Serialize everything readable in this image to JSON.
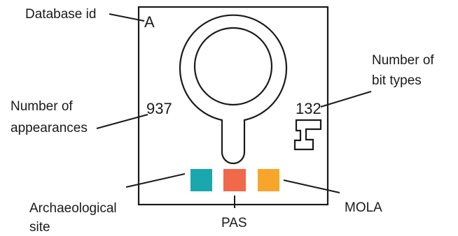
{
  "card": {
    "database_id": "A",
    "appearances_value": "937",
    "bit_types_value": "132",
    "icon": "magnifying-glass-icon",
    "bit_icon": "bit-shape-icon",
    "sources": [
      {
        "name": "Archaeological site",
        "color": "#1aa7ad"
      },
      {
        "name": "PAS",
        "color": "#f0694a"
      },
      {
        "name": "MOLA",
        "color": "#f7a62b"
      }
    ]
  },
  "callouts": {
    "database_id": "Database id",
    "appearances": [
      "Number of",
      "appearances"
    ],
    "bit_types": [
      "Number of",
      "bit types"
    ],
    "archaeological": [
      "Archaeological",
      "site"
    ],
    "pas": "PAS",
    "mola": "MOLA"
  }
}
